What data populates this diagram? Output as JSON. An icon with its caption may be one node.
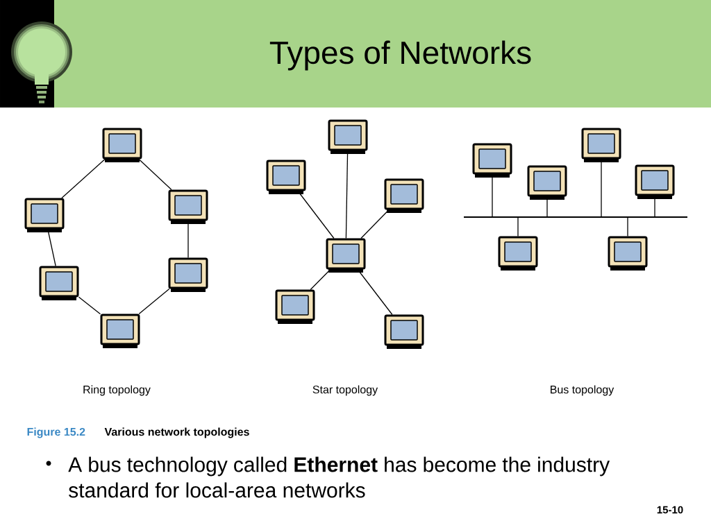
{
  "diagram": {
    "title": "Types of Networks",
    "nodes": [
      {
        "text": [],
        "shape": "picture"
      },
      {
        "text": [],
        "shape": "picture"
      },
      {
        "text": [],
        "shape": "picture"
      },
      {
        "text": [],
        "shape": "picture"
      },
      {
        "text": [],
        "shape": "picture"
      },
      {
        "text": [],
        "shape": "picture"
      },
      {
        "text": [],
        "shape": "picture"
      },
      {
        "text": [],
        "shape": "picture"
      },
      {
        "text": [],
        "shape": "picture"
      },
      {
        "text": [],
        "shape": "picture"
      },
      {
        "text": [],
        "shape": "picture"
      },
      {
        "text": [],
        "shape": "picture"
      },
      {
        "text": [],
        "shape": "picture"
      },
      {
        "text": [],
        "shape": "picture"
      },
      {
        "text": [],
        "shape": "picture"
      },
      {
        "text": [],
        "shape": "picture"
      },
      {
        "text": [],
        "shape": "picture"
      },
      {
        "text": [],
        "shape": "picture"
      },
      {
        "text": [],
        "shape": "bar"
      }
    ],
    "edges": [
      {
        "from": 0,
        "to": 1,
        "arrow": "none"
      },
      {
        "from": 1,
        "to": 2,
        "arrow": "none"
      },
      {
        "from": 2,
        "to": 3,
        "arrow": "none"
      },
      {
        "from": 3,
        "to": 4,
        "arrow": "none"
      },
      {
        "from": 4,
        "to": 5,
        "arrow": "none"
      },
      {
        "from": 5,
        "to": 0,
        "arrow": "none"
      },
      {
        "from": 6,
        "to": 7,
        "arrow": "none"
      },
      {
        "from": 6,
        "to": 8,
        "arrow": "none"
      },
      {
        "from": 6,
        "to": 9,
        "arrow": "none"
      },
      {
        "from": 6,
        "to": 10,
        "arrow": "none"
      },
      {
        "from": 6,
        "to": 11,
        "arrow": "none"
      },
      {
        "from": 12,
        "to": 18,
        "arrow": "none"
      },
      {
        "from": 13,
        "to": 18,
        "arrow": "none"
      },
      {
        "from": 14,
        "to": 18,
        "arrow": "none"
      },
      {
        "from": 15,
        "to": 18,
        "arrow": "none"
      },
      {
        "from": 16,
        "to": 18,
        "arrow": "none"
      },
      {
        "from": 17,
        "to": 18,
        "arrow": "none"
      }
    ],
    "labels": [
      "Ring topology",
      "Star topology",
      "Bus topology",
      "Figure 15.2",
      "Various network topologies",
      "A bus technology called **Ethernet** has become the industry standard for local-area networks",
      "15-10"
    ]
  }
}
